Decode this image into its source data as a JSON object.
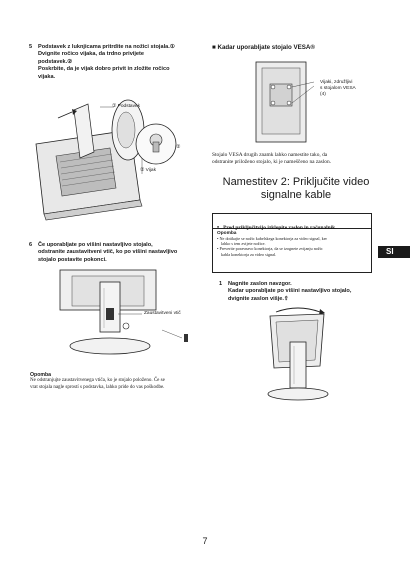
{
  "step5": {
    "num": "5",
    "line1": "Podstavek z luknjicama pritrdite na nožici stojala.",
    "line1_mark": "①",
    "line2": "Dvignite ročico vijaka, da trdno privijete",
    "line3": "podstavek.",
    "line3_mark": "②",
    "line4": "Poskrbite, da je vijak dobro privit in zložite ročico",
    "line5": "vijaka.",
    "label_stand": "Podstavek",
    "label_stand_mark": "①",
    "label_screw": "Vijak",
    "label_screw_mark": "②"
  },
  "step6": {
    "num": "6",
    "line1": "Če uporabljate po višini nastavljivo stojalo,",
    "line2": "odstranite zaustavitveni vtič, ko po višini nastavljivo",
    "line3": "stojalo postavite pokonci.",
    "label_plug": "Zaustavitveni vtič",
    "note_title": "Opomba",
    "note_line1": "Ne odstranjujte zaustavitvenega vtiča, ko je stojalo položeno. Če se",
    "note_line2": "vrat stojala nagle sprostí s podstavka, lahko pride do vas poškodbe."
  },
  "vesa": {
    "bullet": "■",
    "heading": "Kadar uporabljate stojalo VESA",
    "heading_mark": "®",
    "label_screws_1": "Vijaki, združljivi",
    "label_screws_2": "s stojalom VESA",
    "label_screws_3": "(4)",
    "text1": "Stojalo VESA drugih znamk lahko namestite tako, da",
    "text2": "odstranite priloženo stojalo, ki je nameščeno na zaslon."
  },
  "section": {
    "title_line1": "Namestitev 2: Priključite video",
    "title_line2": "signalne kable",
    "lang_tab": "SI"
  },
  "box": {
    "bullet": "•",
    "warning": "Pred priključitvijo izklopite zaslon in računalnik.",
    "note_title": "Opomba",
    "item1a": "Ne dotikajte se nožic kabelskega konektorja za video signal, ker",
    "item1b": "lahko s tem zvijete nožice.",
    "item2a": "Preverite poravnavo konektorja, da se izognete zvijanju nožic",
    "item2b": "kabla konektorja za video signal."
  },
  "step1": {
    "num": "1",
    "line1": "Nagnite zaslon navzgor.",
    "line2": "Kadar uporabljate po višini nastavljivo stojalo,",
    "line3": "dvignite zaslon višje.",
    "line3_mark": "⇧"
  },
  "footer": {
    "page_number": "7"
  }
}
